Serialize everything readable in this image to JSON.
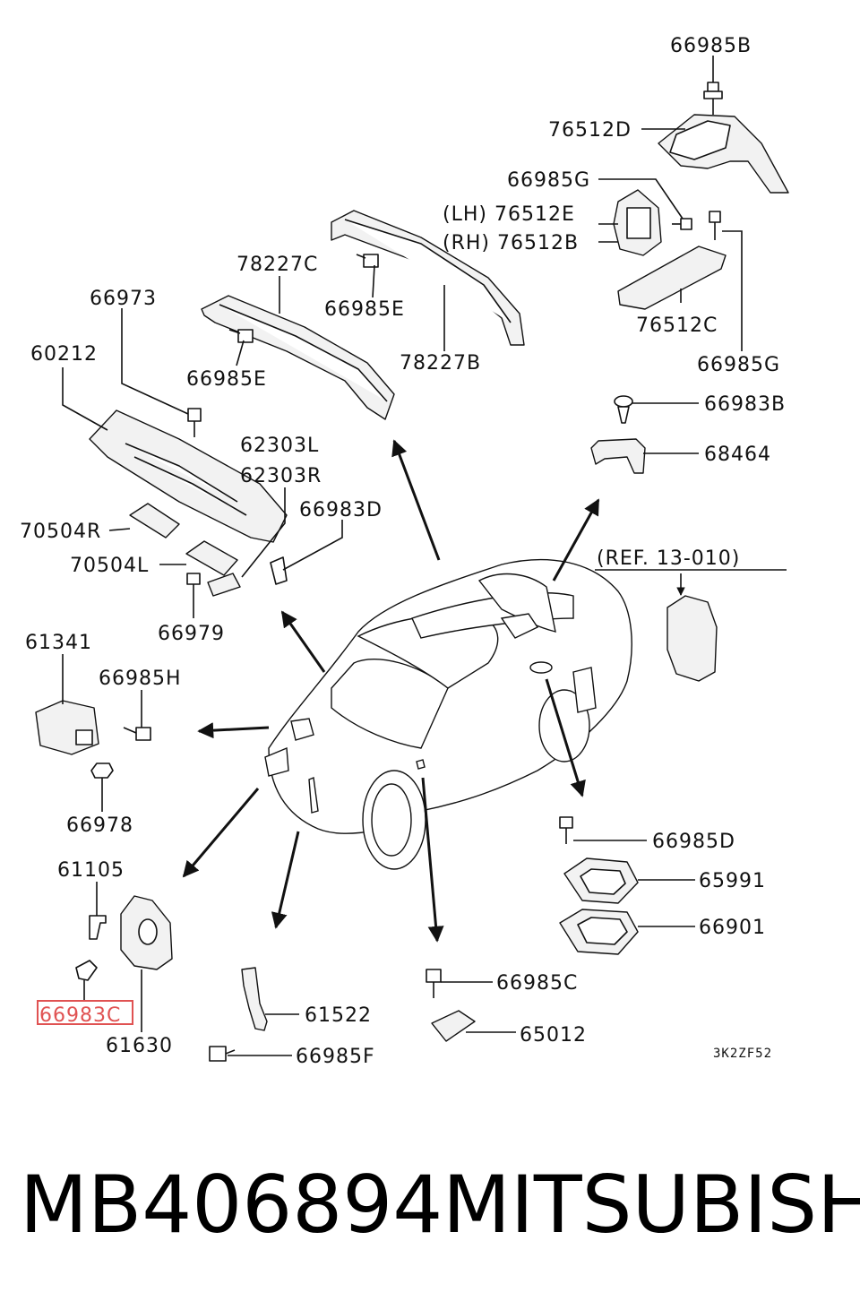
{
  "callouts": {
    "c66985B": "66985B",
    "c76512D": "76512D",
    "c66985G_top": "66985G",
    "c76512E": "(LH) 76512E",
    "c76512B": "(RH) 76512B",
    "c78227C": "78227C",
    "c66985E_a": "66985E",
    "c66973": "66973",
    "c76512C": "76512C",
    "c66985G_bot": "66985G",
    "c60212": "60212",
    "c66985E_b": "66985E",
    "c78227B": "78227B",
    "c66983B": "66983B",
    "c62303L": "62303L",
    "c62303R": "62303R",
    "c68464": "68464",
    "c66983D": "66983D",
    "c70504R": "70504R",
    "c70504L": "70504L",
    "cREF": "(REF. 13-010)",
    "c66979": "66979",
    "c61341": "61341",
    "c66985H": "66985H",
    "c66978": "66978",
    "c66985D": "66985D",
    "c65991": "65991",
    "c61105": "61105",
    "c66901": "66901",
    "c66983C": "66983C",
    "c66985C": "66985C",
    "c61522": "61522",
    "c61630": "61630",
    "c65012": "65012",
    "c66985F": "66985F"
  },
  "diagram_code": "3K2ZF52",
  "highlighted_part": "66983C",
  "highlight_color": "#e05252",
  "footer": {
    "part_number": "MB406894",
    "brand": "MITSUBISHI"
  }
}
